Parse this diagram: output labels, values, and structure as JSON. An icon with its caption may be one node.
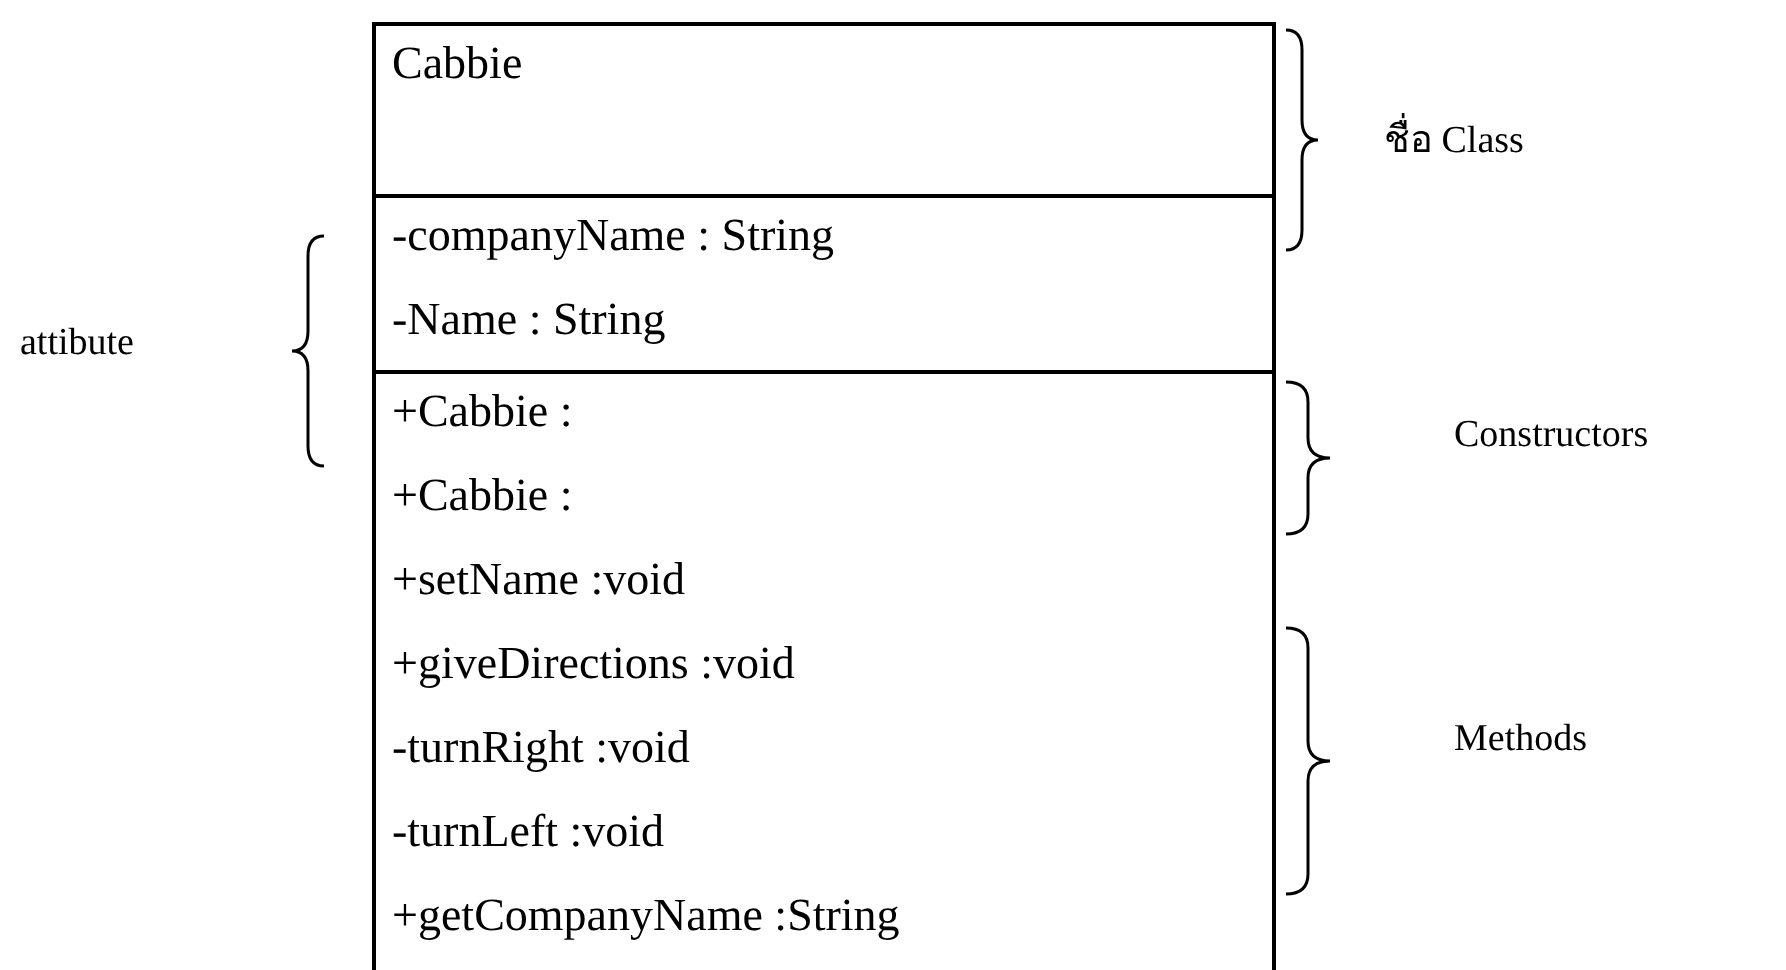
{
  "diagram": {
    "nodes": [
      {
        "text": [
          "Cabbie"
        ]
      },
      {
        "text": [
          "-companyName : String",
          "-Name : String"
        ]
      },
      {
        "text": [
          "+Cabbie :",
          "+Cabbie :",
          "+setName :void",
          "+giveDirections :void",
          "-turnRight :void",
          "-turnLeft :void",
          "+getCompanyName :String"
        ]
      }
    ],
    "labels": [
      "ชื่อ Class",
      "attibute",
      "Constructors",
      "Methods"
    ]
  }
}
